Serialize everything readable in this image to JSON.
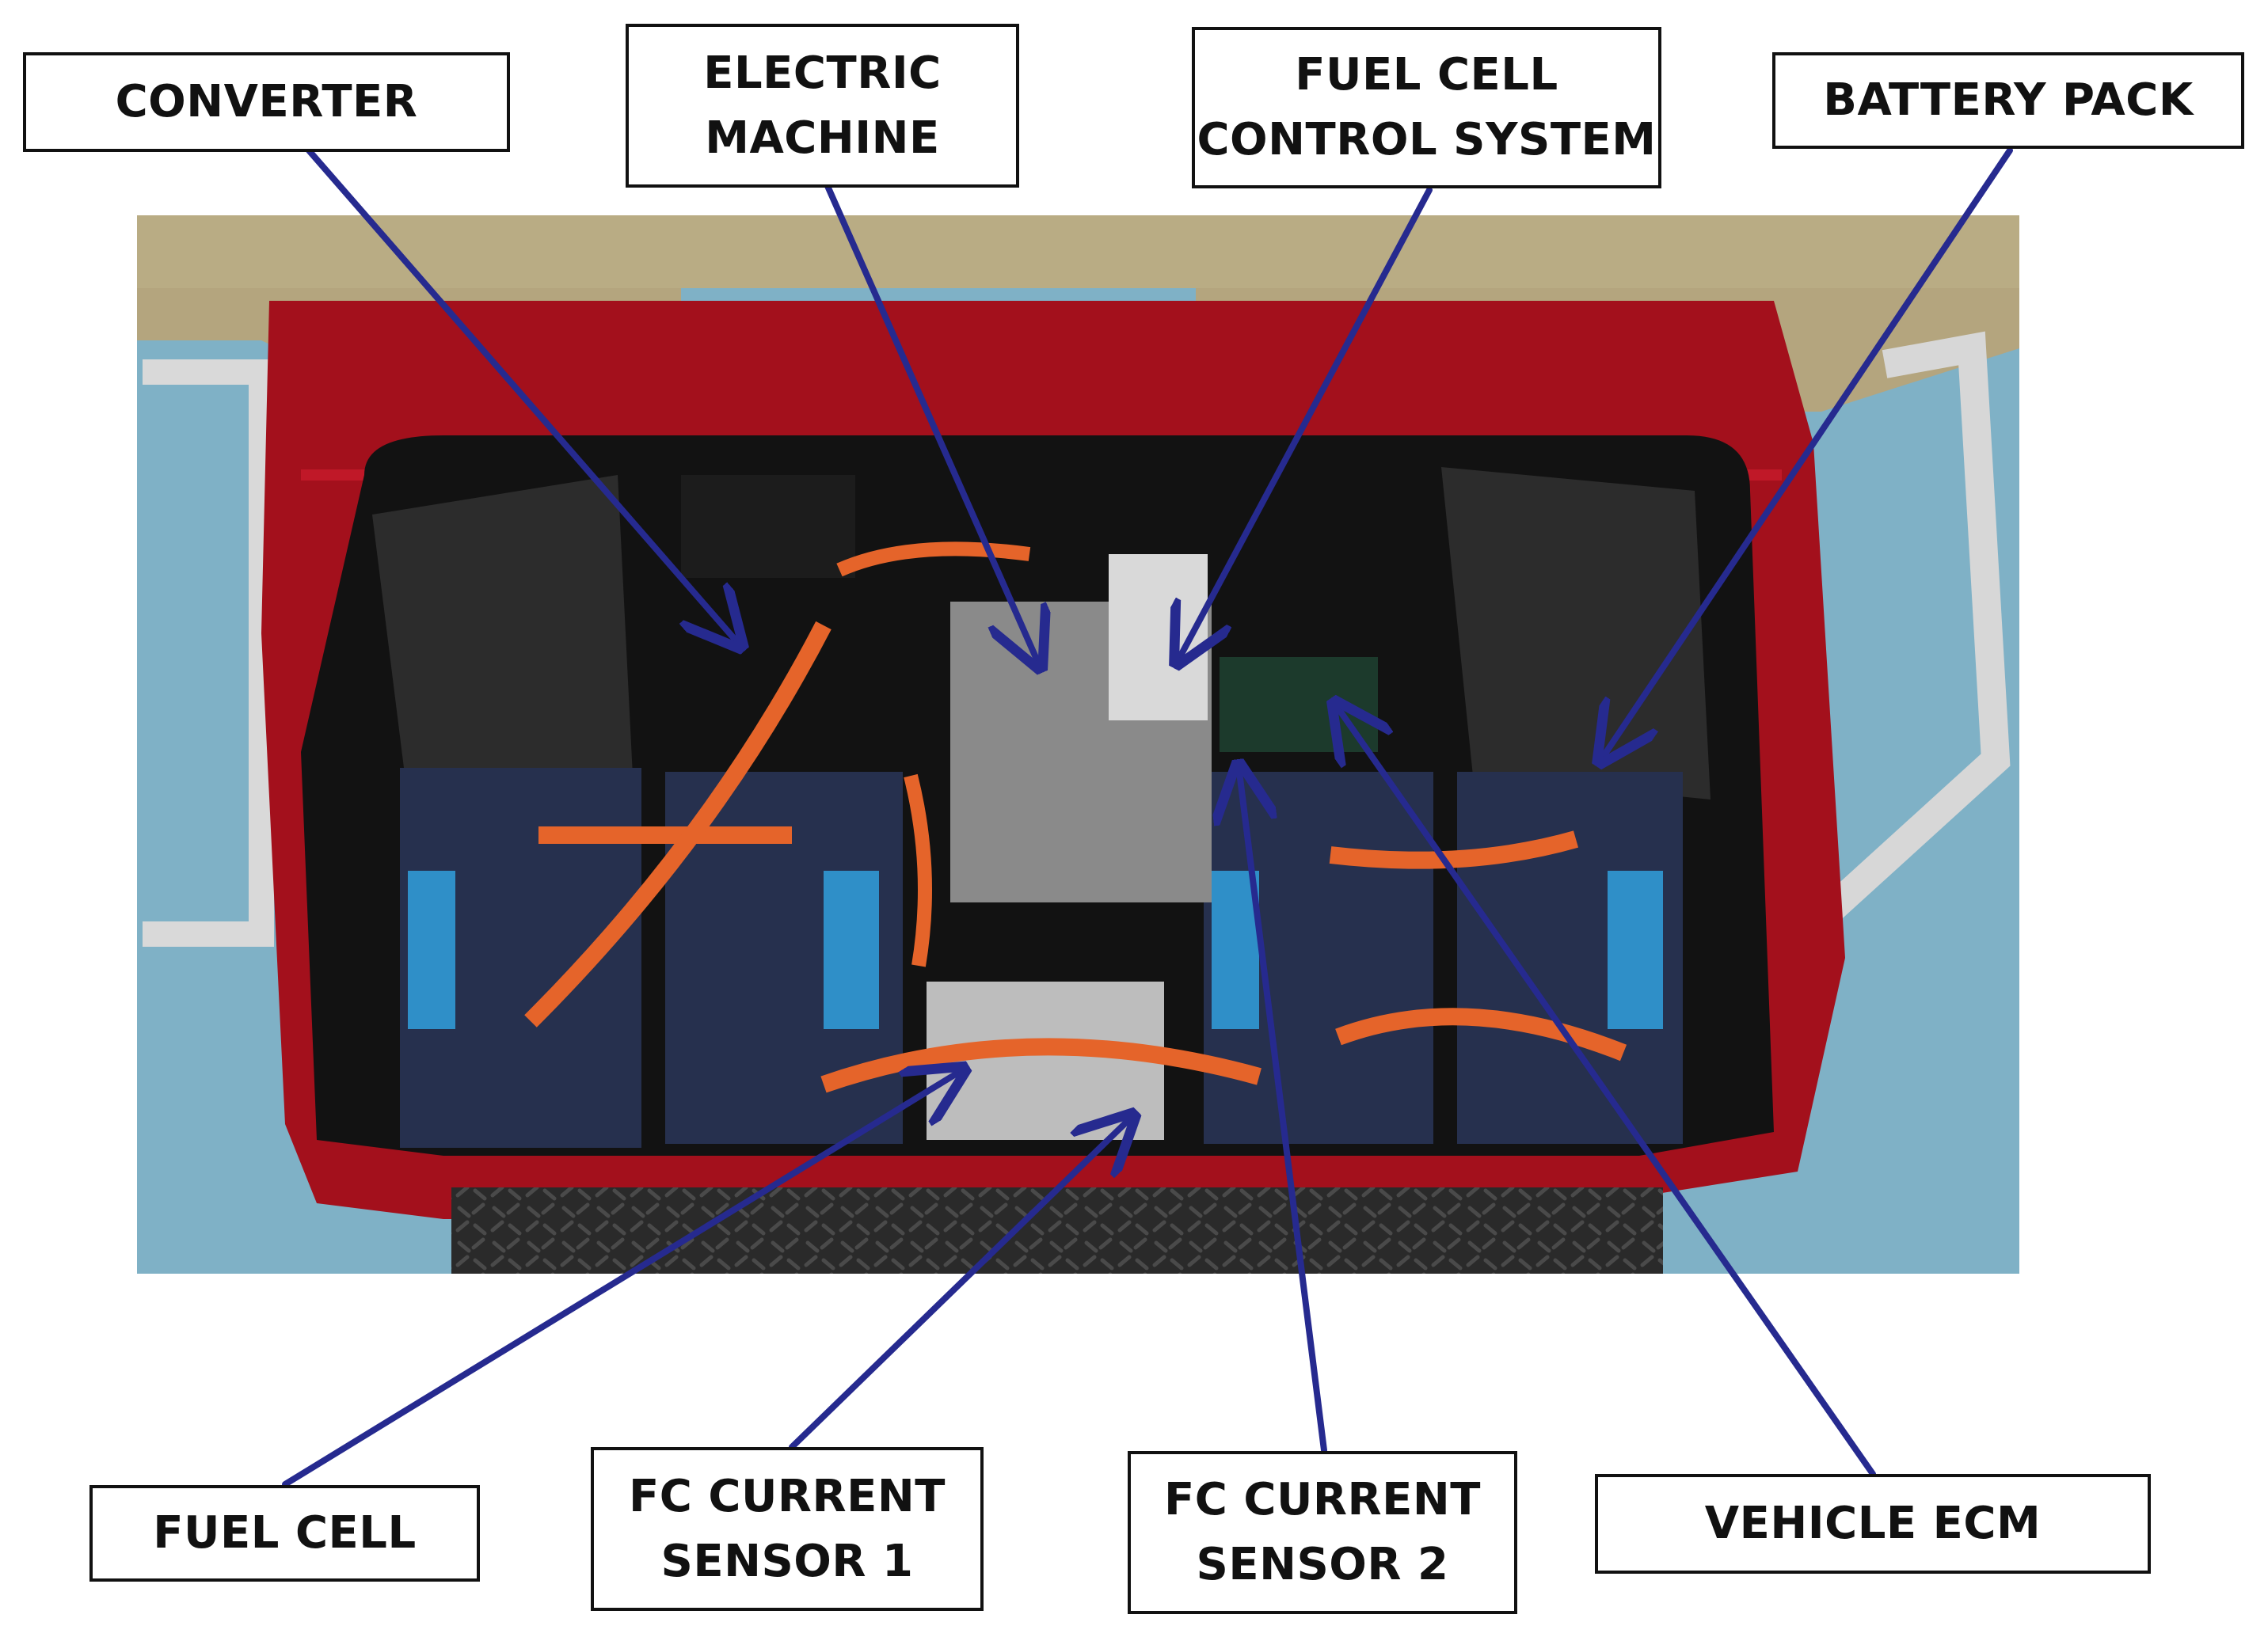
{
  "labels": {
    "converter": [
      "CONVERTER"
    ],
    "electric_machine": [
      "ELECTRIC",
      "MACHINE"
    ],
    "fuel_cell_control_system": [
      "FUEL CELL",
      "CONTROL SYSTEM"
    ],
    "battery_pack": [
      "BATTERY PACK"
    ],
    "fuel_cell": [
      "FUEL CELL"
    ],
    "fc_current_sensor_1": [
      "FC CURRENT",
      "SENSOR 1"
    ],
    "fc_current_sensor_2": [
      "FC CURRENT",
      "SENSOR 2"
    ],
    "vehicle_ecm": [
      "VEHICLE ECM"
    ]
  },
  "colors": {
    "arrow": "#262a8f",
    "box_border": "#111111",
    "cart_red": "#a3101c",
    "floor_blue": "#7fb1c6",
    "seat_tan": "#b9ac84",
    "compartment": "#121212",
    "battery": "#26304e",
    "cable_orange": "#e5642a"
  }
}
